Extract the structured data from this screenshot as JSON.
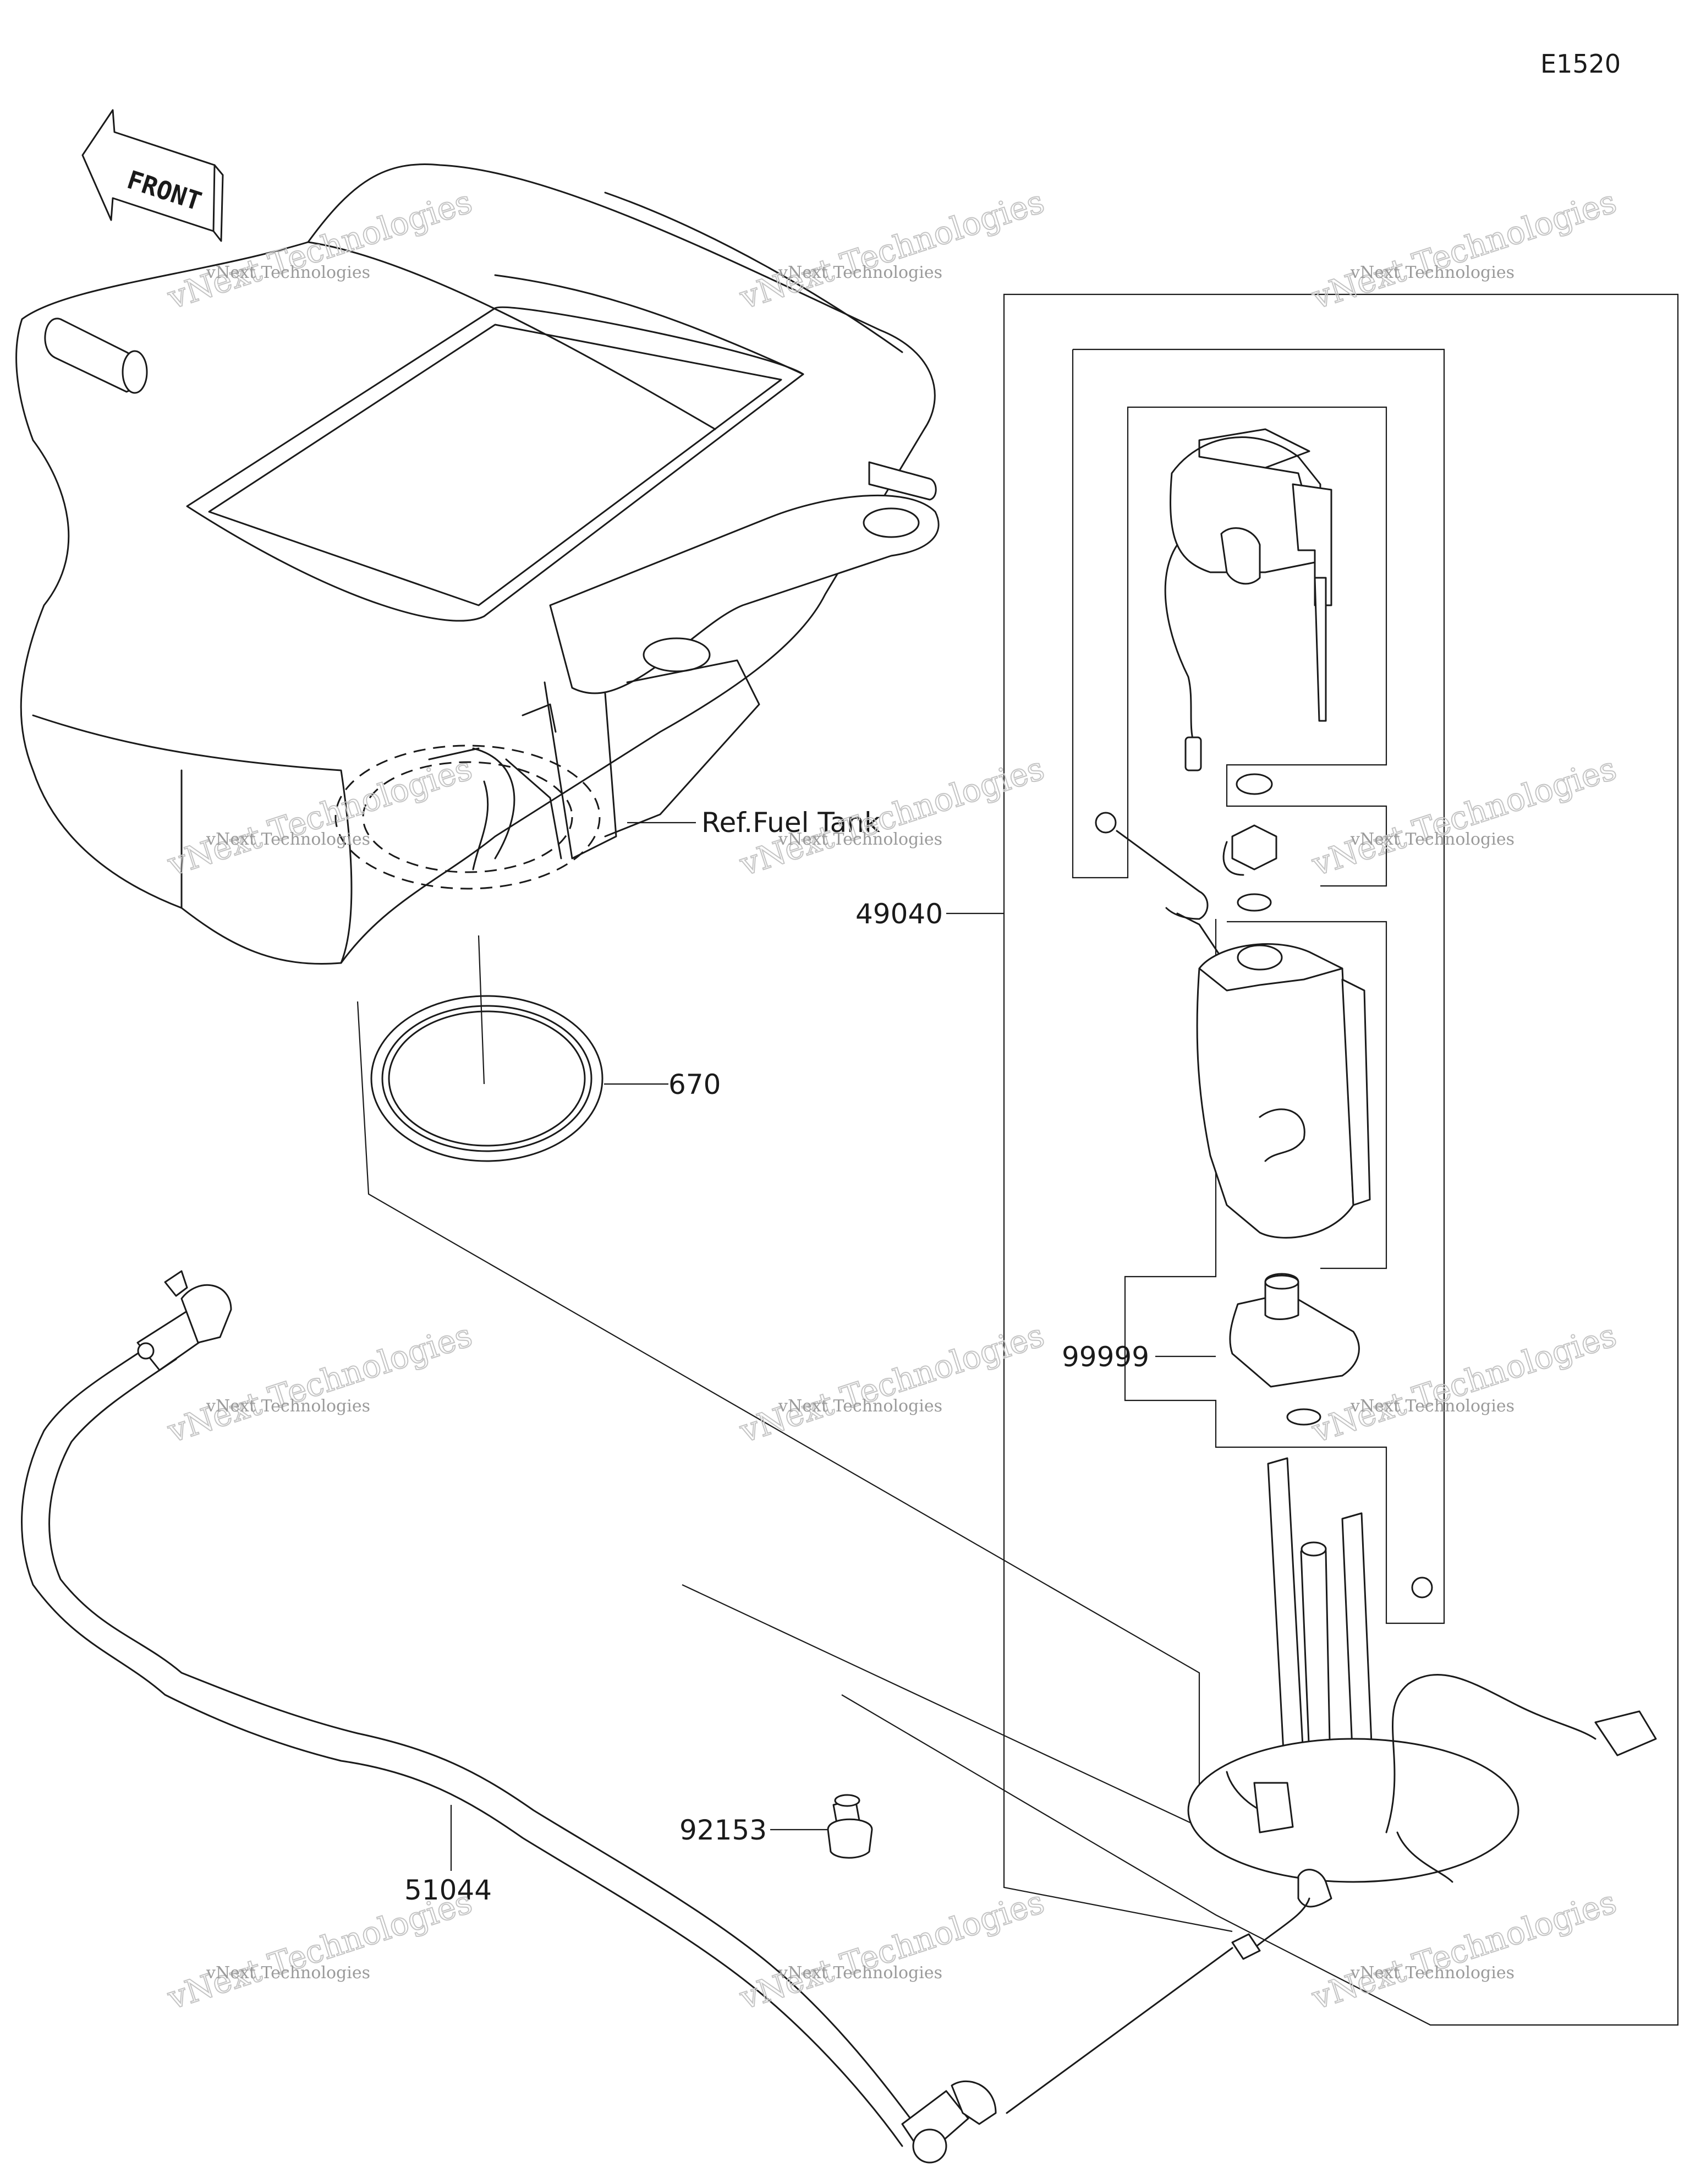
{
  "diagram": {
    "code": "E1520",
    "front_label": "FRONT",
    "reference_label": "Ref.Fuel Tank",
    "watermark": {
      "line1": "vNext Technologies",
      "line2": "vNext Technologies"
    },
    "parts": [
      {
        "id": "49040"
      },
      {
        "id": "670"
      },
      {
        "id": "99999"
      },
      {
        "id": "92153"
      },
      {
        "id": "51044"
      }
    ]
  }
}
